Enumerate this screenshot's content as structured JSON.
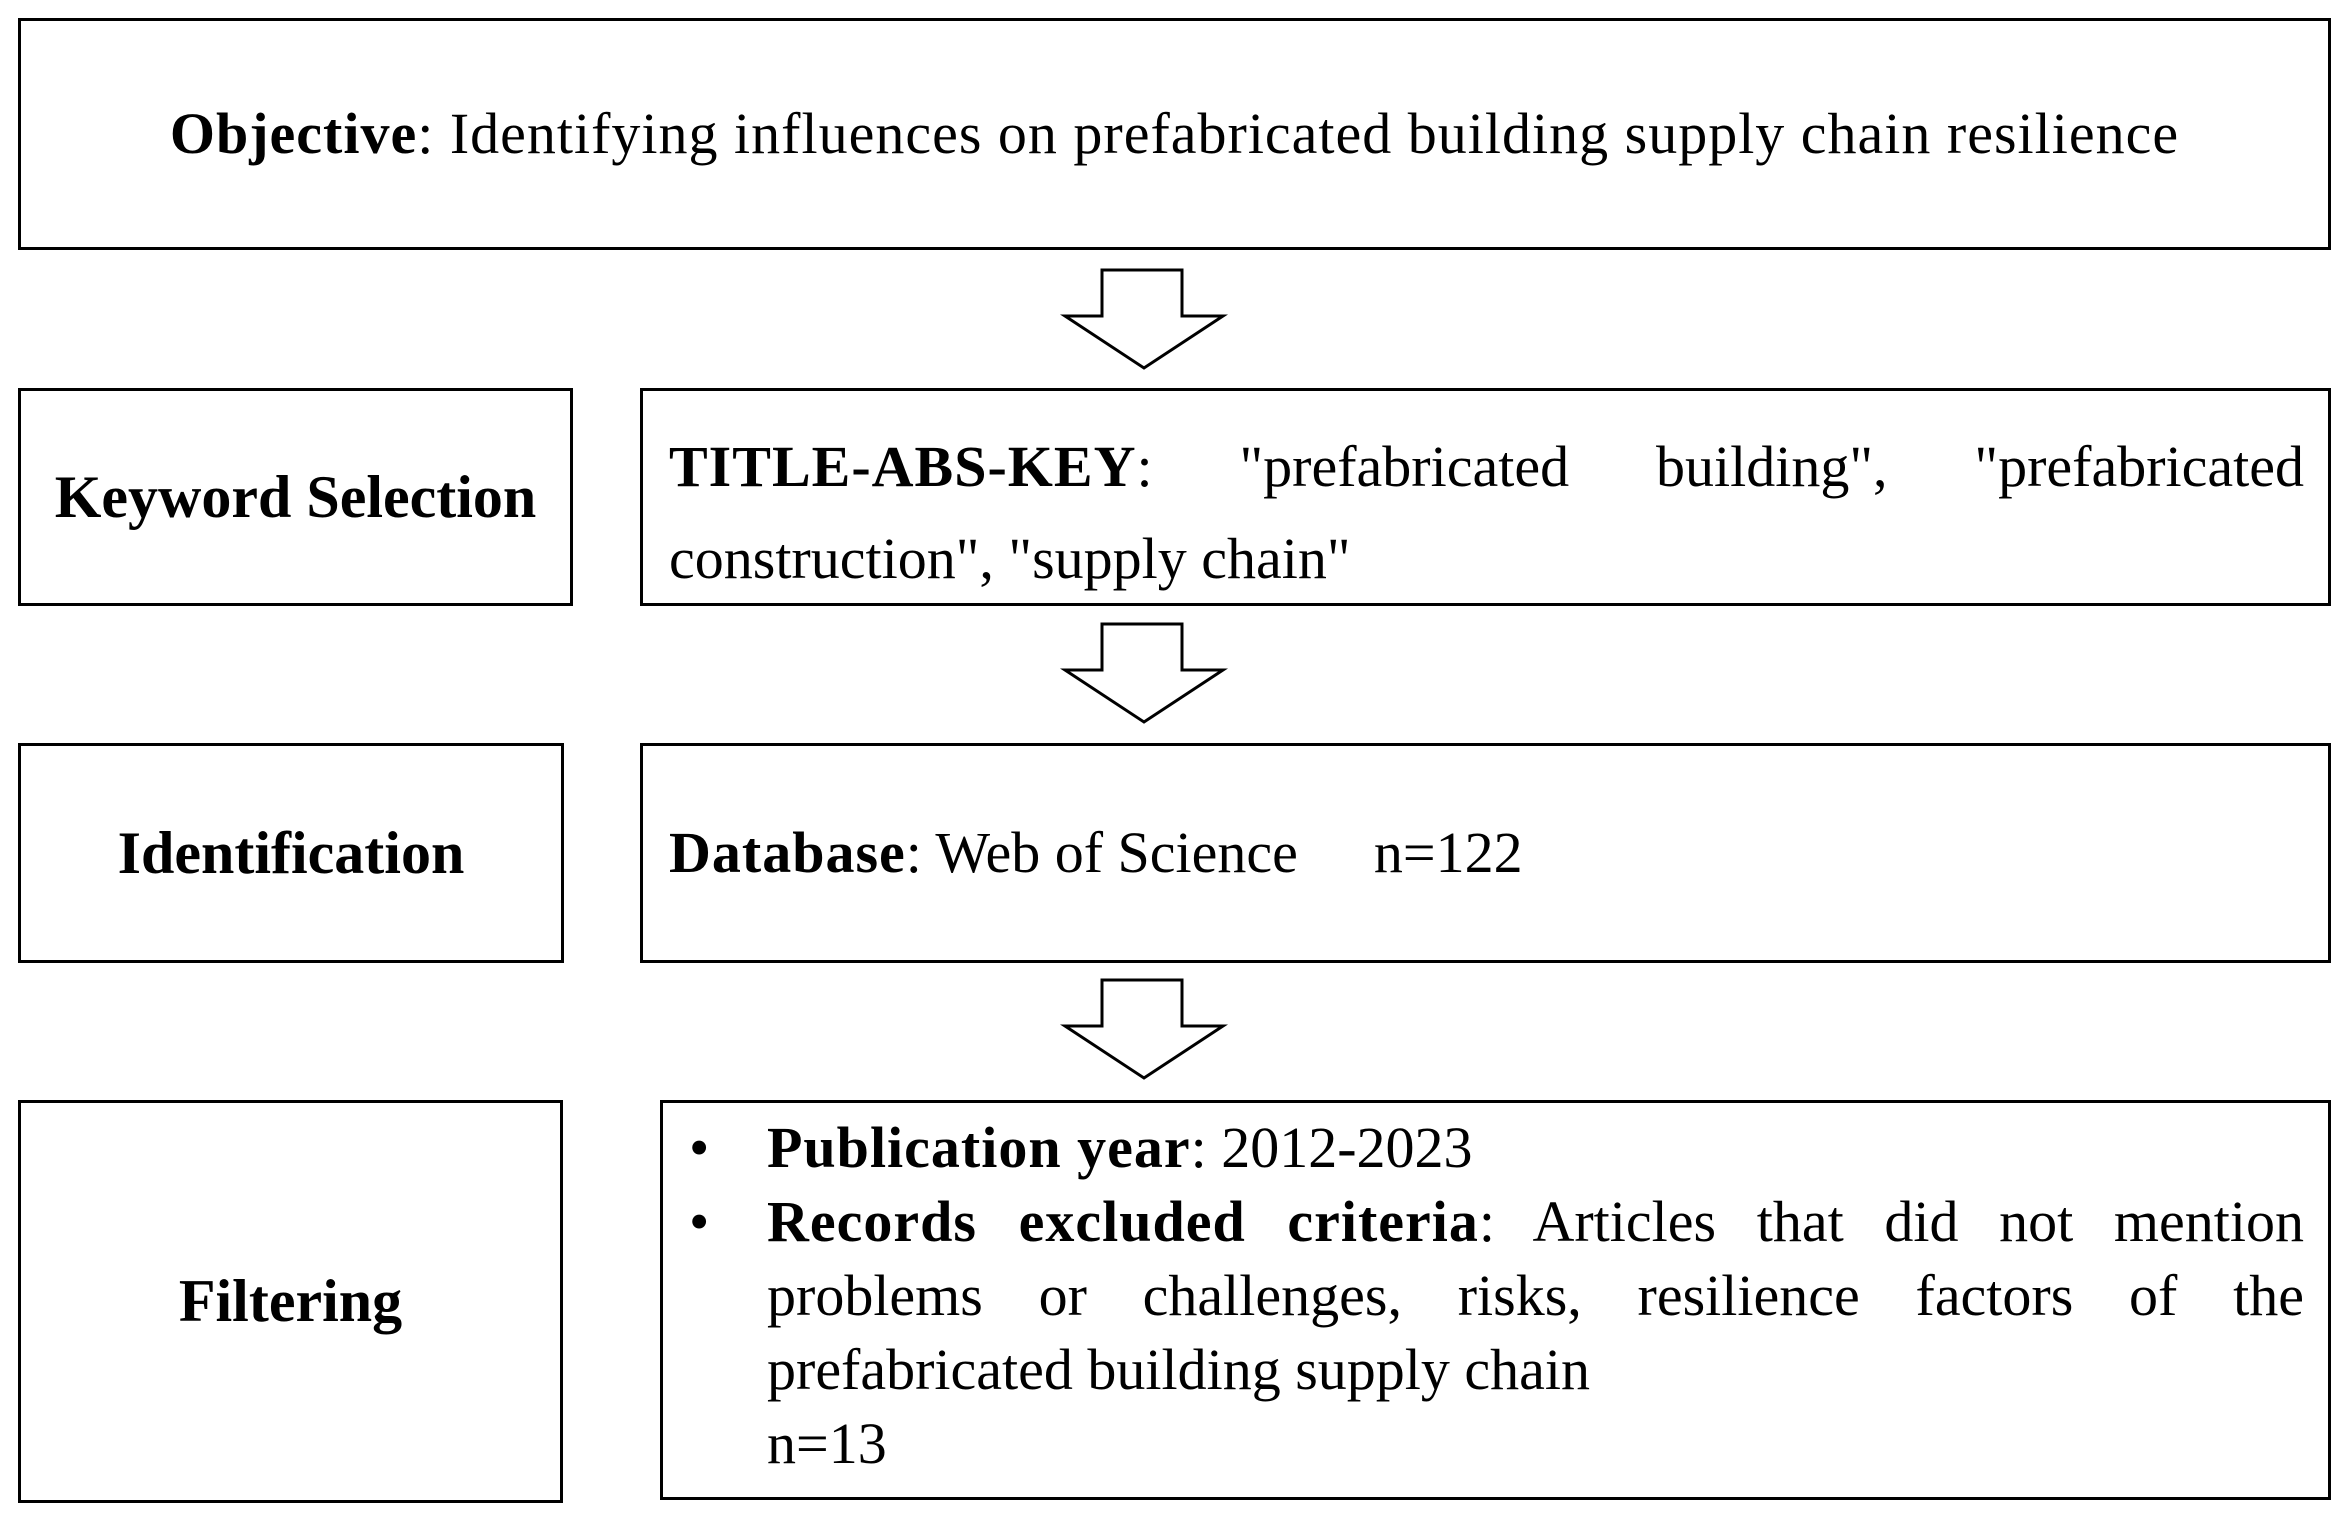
{
  "objective": {
    "label": "Objective",
    "text": ": Identifying influences on prefabricated building supply chain resilience"
  },
  "keyword_selection": {
    "label": "Keyword Selection",
    "term": "TITLE-ABS-KEY",
    "text": ": \"prefabricated building\", \"prefabricated construction\", \"supply chain\""
  },
  "identification": {
    "label": "Identification",
    "term": "Database",
    "text": ": Web of Science",
    "count": "n=122"
  },
  "filtering": {
    "label": "Filtering",
    "items": [
      {
        "bullet": "•",
        "term": "Publication year",
        "text": ": 2012-2023"
      },
      {
        "bullet": "•",
        "term": "Records excluded criteria",
        "text": ": Articles that did not mention problems or challenges, risks, resilience factors of the prefabricated building supply chain"
      }
    ],
    "count": "n=13"
  }
}
